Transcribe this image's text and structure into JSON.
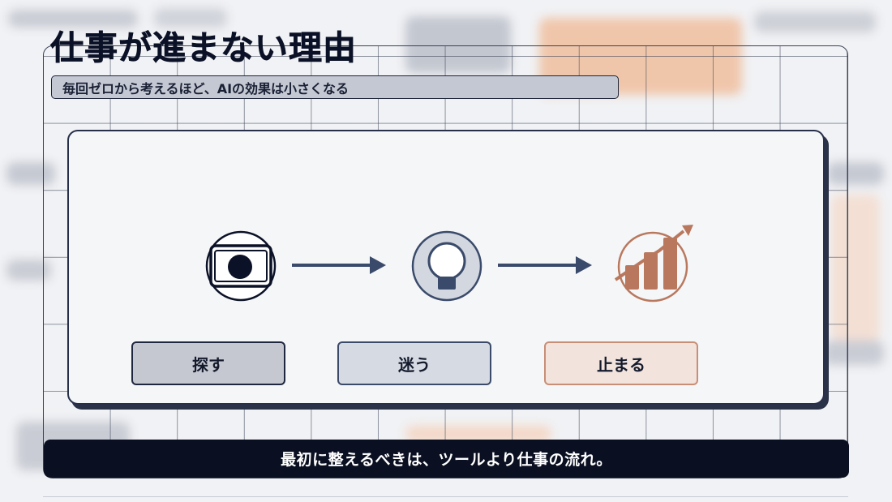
{
  "slide": {
    "title": "仕事が進まない理由",
    "subtitle": "毎回ゼロから考えるほど、AIの効果は小さくなる",
    "footer": "最初に整えるべきは、ツールより仕事の流れ。"
  },
  "flow": {
    "steps": [
      {
        "label": "探す",
        "icon": "window-icon"
      },
      {
        "label": "迷う",
        "icon": "lightbulb-icon"
      },
      {
        "label": "止まる",
        "icon": "growth-chart-icon"
      }
    ]
  },
  "colors": {
    "navy": "#0a1022",
    "slate": "#3a4a6a",
    "accent_terracotta": "#b9785e",
    "card_background": "#f5f6f8"
  }
}
